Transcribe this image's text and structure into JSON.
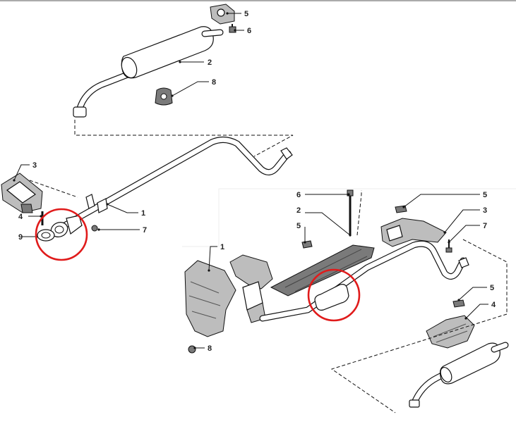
{
  "callouts": {
    "left": {
      "c1": "1",
      "c2": "2",
      "c3": "3",
      "c4": "4",
      "c5": "5",
      "c6": "6",
      "c7": "7",
      "c8": "8",
      "c9": "9"
    },
    "right": {
      "c1": "1",
      "c2": "2",
      "c3": "3",
      "c4": "4",
      "c5a": "5",
      "c5b": "5",
      "c5c": "5",
      "c6": "6",
      "c7": "7",
      "c8": "8"
    }
  },
  "highlight_color": "#e01b1b"
}
